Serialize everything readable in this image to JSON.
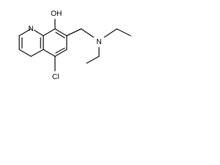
{
  "molecule": {
    "atom_labels": {
      "hydroxyl": "OH",
      "ring_nitrogen": "N",
      "amine_nitrogen": "N",
      "chlorine": "Cl"
    },
    "bond_color": "#000000",
    "label_color": "#000000",
    "background": "#ffffff"
  }
}
